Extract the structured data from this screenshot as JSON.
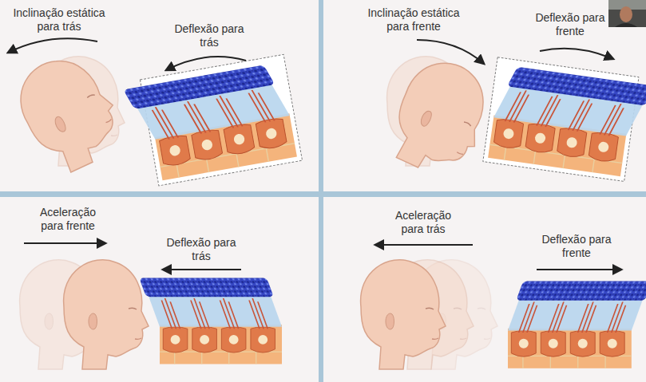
{
  "diagram": {
    "nodes": [
      {
        "text": [
          "Inclinação estática para trás",
          "Deflexão para trás"
        ]
      },
      {
        "text": [
          "Inclinação estática para frente",
          "Deflexão para frente"
        ]
      },
      {
        "text": [
          "Aceleração para frente",
          "Deflexão para trás"
        ]
      },
      {
        "text": [
          "Aceleração para trás",
          "Deflexão para frente"
        ]
      }
    ]
  }
}
